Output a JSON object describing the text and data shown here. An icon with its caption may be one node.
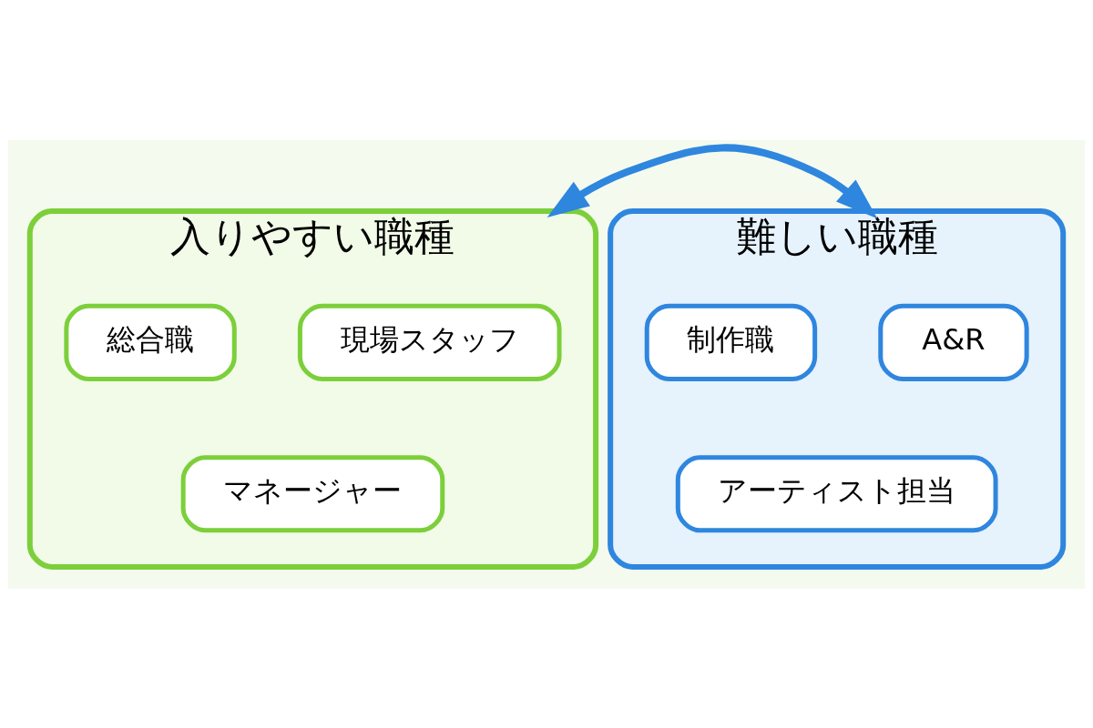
{
  "diagram": {
    "nodes": [
      {
        "text": [
          "入りやすい職種"
        ]
      },
      {
        "text": [
          "現場スタッフ"
        ],
        "in": 0
      },
      {
        "text": [
          "総合職"
        ],
        "in": 0
      },
      {
        "text": [
          "マネージャー"
        ],
        "in": 0
      },
      {
        "text": [
          "難しい職種"
        ]
      },
      {
        "text": [
          "A&R"
        ],
        "in": 4
      },
      {
        "text": [
          "制作職"
        ],
        "in": 4
      },
      {
        "text": [
          "アーティスト担当"
        ],
        "in": 4
      }
    ],
    "edges": [
      {
        "from": 0,
        "to": 4,
        "arrow": "both"
      }
    ]
  }
}
